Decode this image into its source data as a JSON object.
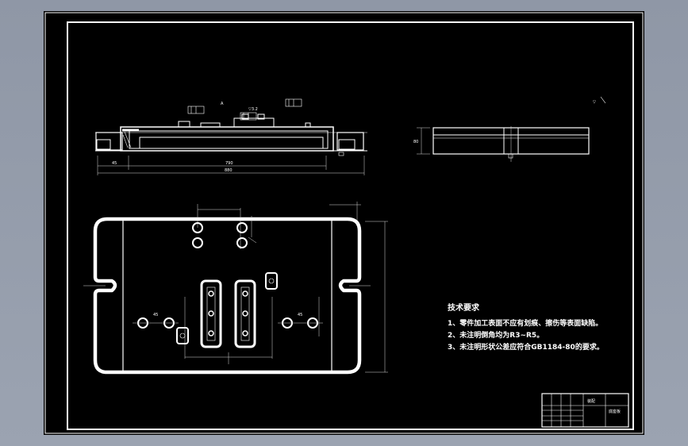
{
  "drawing": {
    "notes": {
      "title": "技术要求",
      "items": [
        "1、零件加工表面不应有划痕、擦伤等表面缺陷。",
        "2、未注明倒角均为R3~R5。",
        "3、未注明形状公差应符合GB1184-80的要求。"
      ]
    },
    "dims": {
      "overall_width": "880",
      "inner_width": "790",
      "side_offset": "45",
      "total_height": "80"
    },
    "title_block": {
      "company": "装配",
      "part_name": "底座板"
    }
  },
  "colors": {
    "background": "#96a0ae",
    "sheet": "#000000",
    "line": "#ffffff"
  }
}
